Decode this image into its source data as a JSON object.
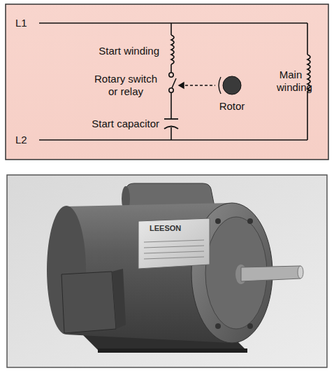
{
  "diagram": {
    "labels": [
      "L1",
      "Start winding",
      "Rotary switch or relay",
      "Start capacitor",
      "Rotor",
      "Main winding",
      "L2",
      "LEESON"
    ]
  }
}
